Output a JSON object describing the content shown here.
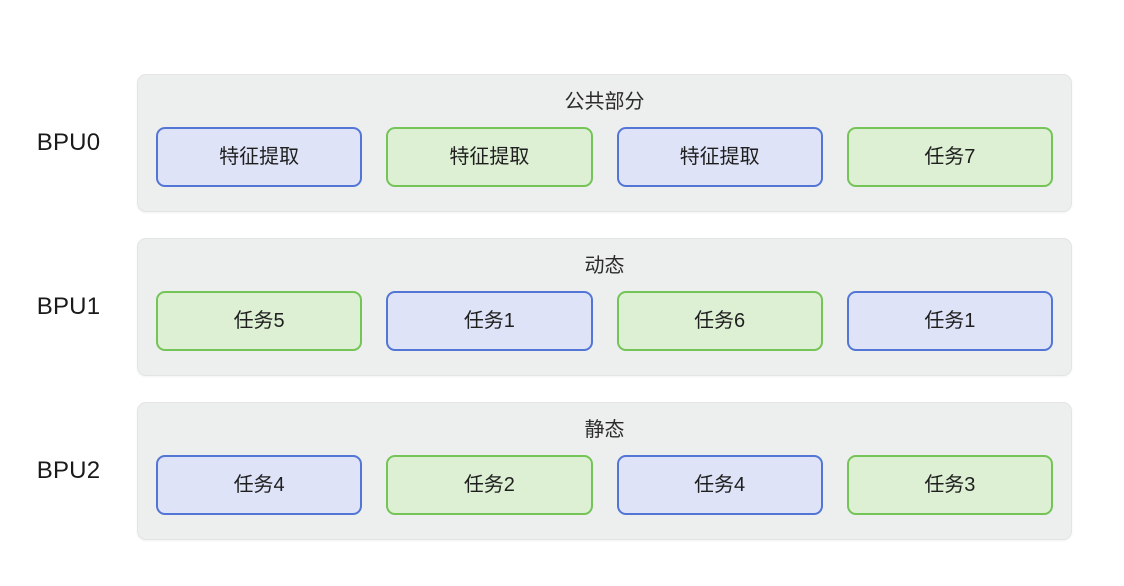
{
  "diagram": {
    "title_semantic": "BPU task allocation diagram",
    "palette": {
      "blue_fill": "#dee3f8",
      "blue_border": "#5376d6",
      "green_fill": "#ddf0d3",
      "green_border": "#74c457",
      "group_background": "#ecefee",
      "group_border": "#e2e5e4",
      "page_background": "#ffffff",
      "text": "#1f1f1f"
    },
    "rows": [
      {
        "label": "BPU0",
        "group_title": "公共部分",
        "blocks": [
          {
            "label": "特征提取",
            "color": "blue"
          },
          {
            "label": "特征提取",
            "color": "green"
          },
          {
            "label": "特征提取",
            "color": "blue"
          },
          {
            "label": "任务7",
            "color": "green"
          }
        ]
      },
      {
        "label": "BPU1",
        "group_title": "动态",
        "blocks": [
          {
            "label": "任务5",
            "color": "green"
          },
          {
            "label": "任务1",
            "color": "blue"
          },
          {
            "label": "任务6",
            "color": "green"
          },
          {
            "label": "任务1",
            "color": "blue"
          }
        ]
      },
      {
        "label": "BPU2",
        "group_title": "静态",
        "blocks": [
          {
            "label": "任务4",
            "color": "blue"
          },
          {
            "label": "任务2",
            "color": "green"
          },
          {
            "label": "任务4",
            "color": "blue"
          },
          {
            "label": "任务3",
            "color": "green"
          }
        ]
      }
    ]
  }
}
